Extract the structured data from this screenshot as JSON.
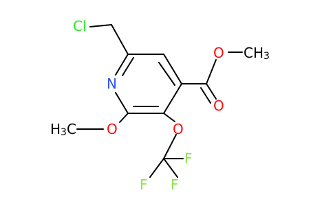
{
  "colors": {
    "bond": "#000000",
    "background": "#ffffff",
    "N": "#3050F8",
    "O": "#FF0D0D",
    "Cl": "#1FF01F",
    "F": "#90E050",
    "C": "#000000"
  },
  "atoms": {
    "cl": {
      "text": "Cl",
      "element": "Cl"
    },
    "n_ring": {
      "text": "N",
      "element": "N"
    },
    "o_ester_single": {
      "text": "O",
      "element": "O"
    },
    "ch3_ester": {
      "text": "CH",
      "sub": "3",
      "element": "C"
    },
    "o_carbonyl": {
      "text": "O",
      "element": "O"
    },
    "h3c_methoxy": {
      "text": "H",
      "sub": "3",
      "suffix": "C",
      "element": "C"
    },
    "o_methoxy": {
      "text": "O",
      "element": "O"
    },
    "o_ocf3": {
      "text": "O",
      "element": "O"
    },
    "f_right": {
      "text": "F",
      "element": "F"
    },
    "f_left": {
      "text": "F",
      "element": "F"
    },
    "f_right2": {
      "text": "F",
      "element": "F"
    }
  }
}
